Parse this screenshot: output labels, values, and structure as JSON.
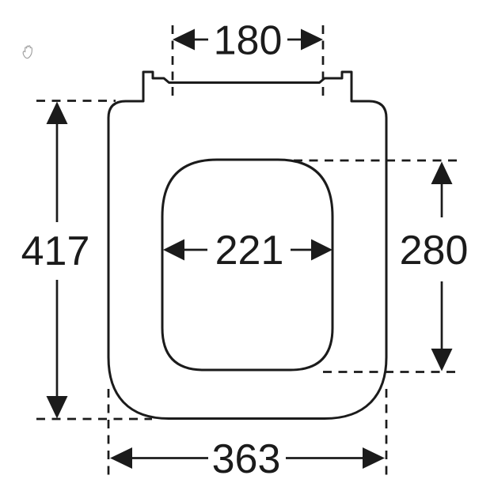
{
  "image": {
    "background_color": "#ffffff",
    "line_color": "#1b1b1b",
    "cursor_icon": "grab-hand-icon",
    "cursor_icon_color": "#9b9b9b"
  },
  "dimensions": {
    "hinge_distance": "180",
    "overall_depth": "417",
    "seat_ring_inner_width": "221",
    "seat_ring_inner_depth": "280",
    "overall_width": "363"
  }
}
